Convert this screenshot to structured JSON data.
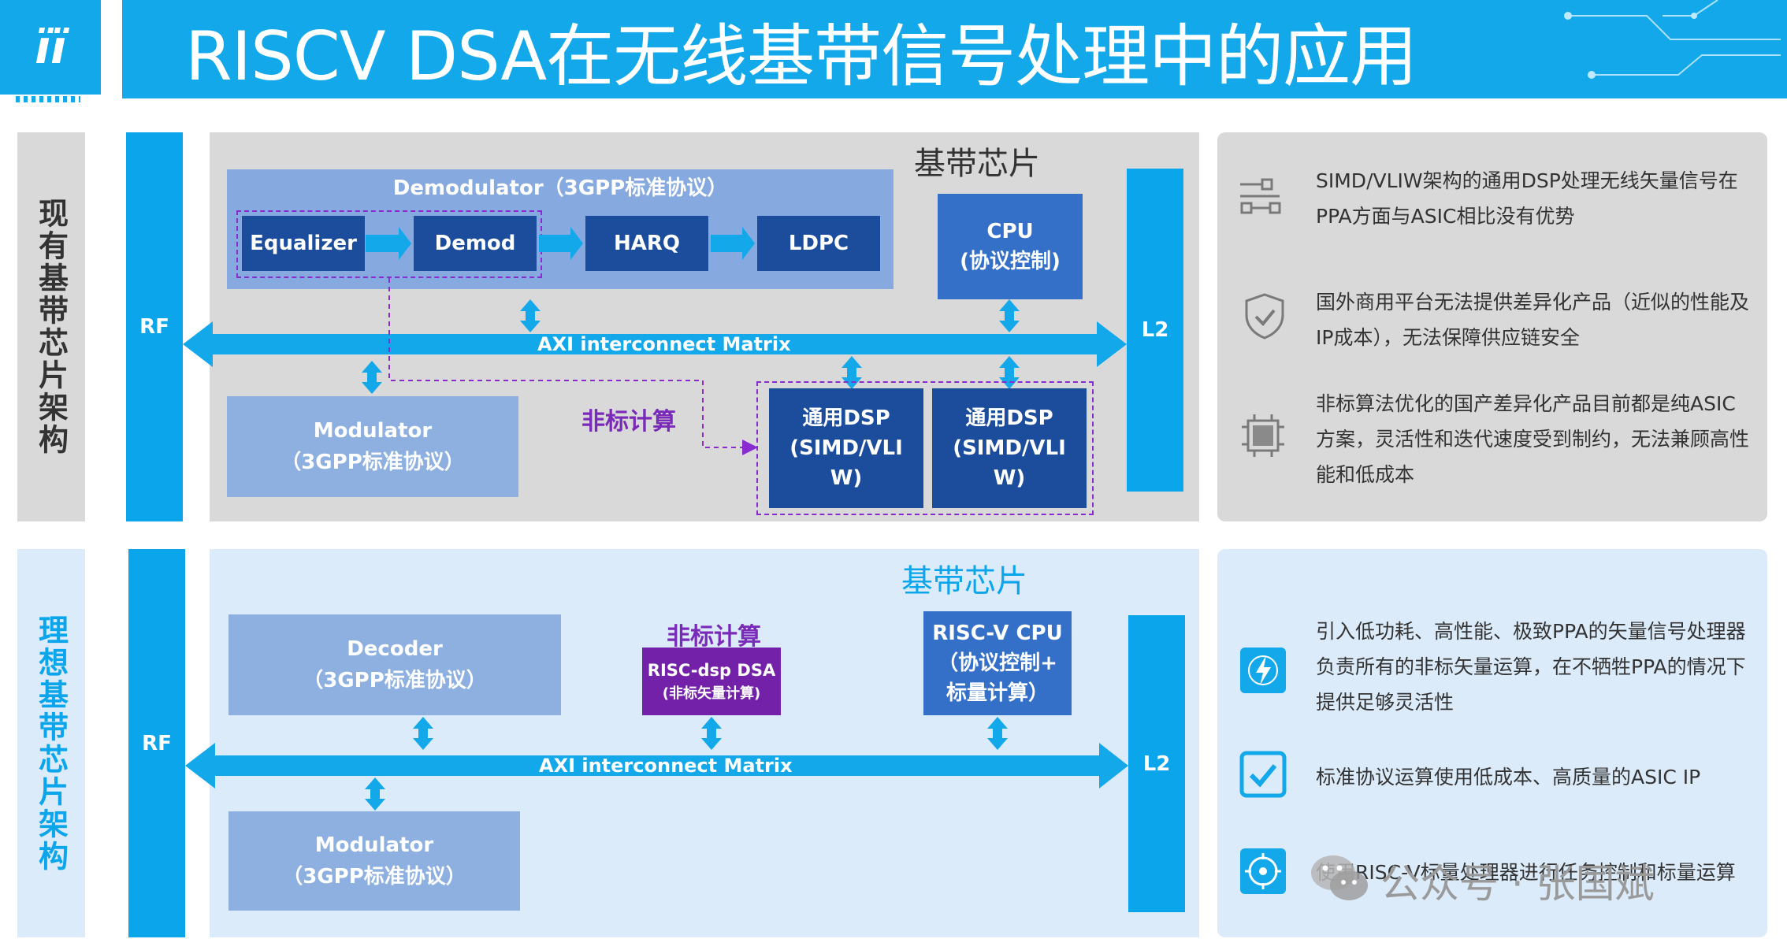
{
  "header": {
    "title": "RISCV DSA在无线基带信号处理中的应用",
    "logo_text": "ïï"
  },
  "top": {
    "side_label": "现有基带芯片架构",
    "chip_title": "基带芯片",
    "rf": "RF",
    "l2": "L2",
    "axi": "AXI interconnect Matrix",
    "demod_group": "Demodulator（3GPP标准协议）",
    "pipeline": [
      "Equalizer",
      "Demod",
      "HARQ",
      "LDPC"
    ],
    "cpu": [
      "CPU",
      "(协议控制)"
    ],
    "modulator": [
      "Modulator",
      "（3GPP标准协议）"
    ],
    "nonstd": "非标计算",
    "dsp": [
      "通用DSP",
      "(SIMD/VLI",
      "W)"
    ],
    "notes": [
      [
        "SIMD/VLIW架构的通用DSP处理无线矢量信号在",
        "PPA方面与ASIC相比没有优势"
      ],
      [
        "国外商用平台无法提供差异化产品（近似的性能及",
        "IP成本），无法保障供应链安全"
      ],
      [
        "非标算法优化的国产差异化产品目前都是纯ASIC",
        "方案，灵活性和迭代速度受到制约，无法兼顾高性",
        "能和低成本"
      ]
    ],
    "note_icons": [
      "network-flow-icon",
      "shield-check-icon",
      "chip-frame-icon"
    ]
  },
  "bottom": {
    "side_label": "理想基带芯片架构",
    "chip_title": "基带芯片",
    "rf": "RF",
    "l2": "L2",
    "axi": "AXI interconnect Matrix",
    "decoder": [
      "Decoder",
      "（3GPP标准协议）"
    ],
    "nonstd": "非标计算",
    "dsa": [
      "RISC-dsp  DSA",
      "(非标矢量计算)"
    ],
    "cpu": [
      "RISC-V CPU",
      "（协议控制+",
      "标量计算）"
    ],
    "modulator": [
      "Modulator",
      "（3GPP标准协议）"
    ],
    "notes": [
      [
        "引入低功耗、高性能、极致PPA的矢量信号处理器",
        "负责所有的非标矢量运算，在不牺牲PPA的情况下",
        "提供足够灵活性"
      ],
      [
        "标准协议运算使用低成本、高质量的ASIC IP"
      ],
      [
        "使用RISC-V标量处理器进行任务控制和标量运算"
      ]
    ],
    "note_icons": [
      "lightning-icon",
      "checkbox-icon",
      "target-icon"
    ]
  },
  "watermark": "公众号 · 张国斌",
  "colors": {
    "accent": "#12a8ea",
    "dark_block": "#1b4d9c",
    "light_block": "#8db0e0",
    "purple": "#7321a8"
  }
}
